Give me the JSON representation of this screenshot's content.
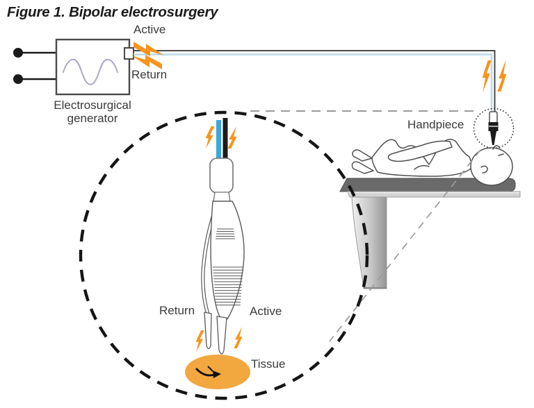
{
  "figure": {
    "title": "Figure 1. Bipolar electrosurgery",
    "generator": {
      "label": "Electrosurgical\ngenerator",
      "active_lead_label": "Active",
      "return_lead_label": "Return"
    },
    "patient_area": {
      "handpiece_label": "Handpiece"
    },
    "magnified_view": {
      "return_label": "Return",
      "active_label": "Active",
      "tissue_label": "Tissue"
    },
    "icons": {
      "lightning_bolt": "lightning-bolt",
      "sine_wave": "sine-wave",
      "power_plug": "power-plug-pins",
      "magnifier_circle": "dashed-zoom-circle"
    },
    "colors": {
      "bolt_orange": "#F7941D",
      "tissue_orange": "#F3A73F",
      "cable_blue": "#3BA7DC",
      "cable_black": "#1C1C1C",
      "wire_pale_blue": "#B9D8E8",
      "wire_dark": "#4A4A4A",
      "sine_wave": "#A9A9C6"
    }
  }
}
